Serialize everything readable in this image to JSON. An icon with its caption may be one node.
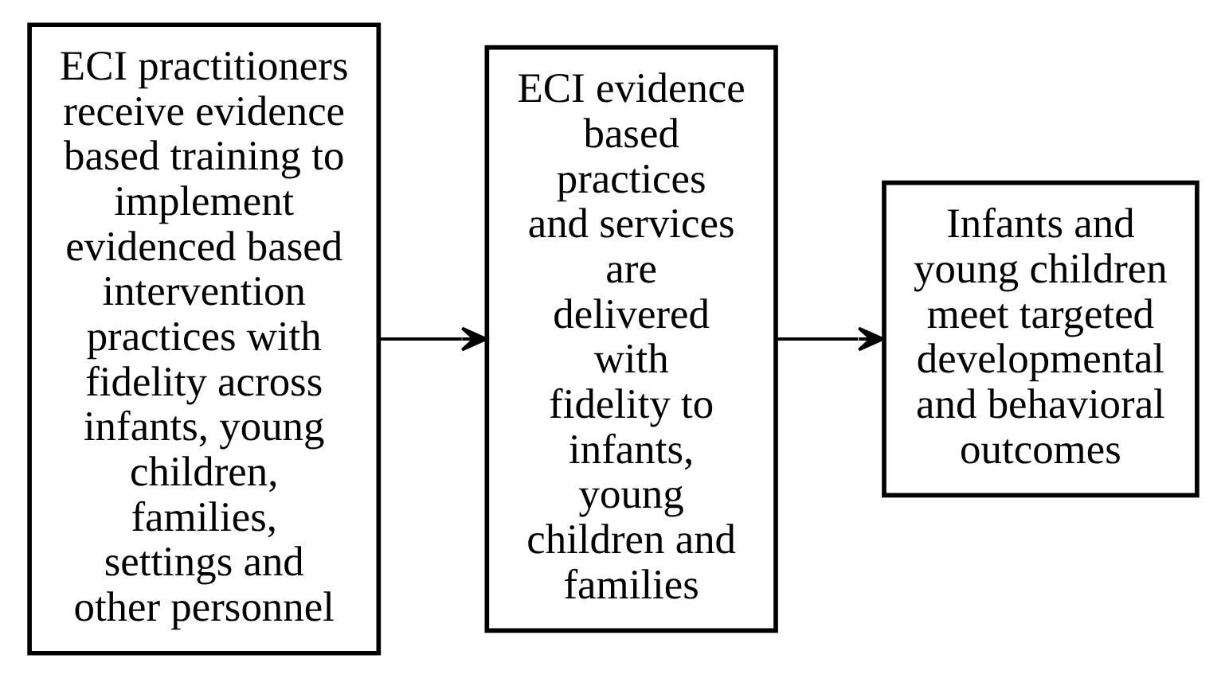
{
  "diagram": {
    "nodes": [
      {
        "text": [
          "ECI practitioners receive evidence based training to implement evidenced based intervention practices with fidelity across infants, young children, families, settings and other personnel"
        ]
      },
      {
        "text": [
          "ECI evidence based practices and services are delivered with fidelity to infants, young children and families"
        ]
      },
      {
        "text": [
          "Infants and young children meet targeted developmental and behavioral outcomes"
        ]
      }
    ],
    "edges": [
      {
        "from": 0,
        "to": 1,
        "arrow": "to"
      },
      {
        "from": 1,
        "to": 2,
        "arrow": "to"
      }
    ]
  }
}
